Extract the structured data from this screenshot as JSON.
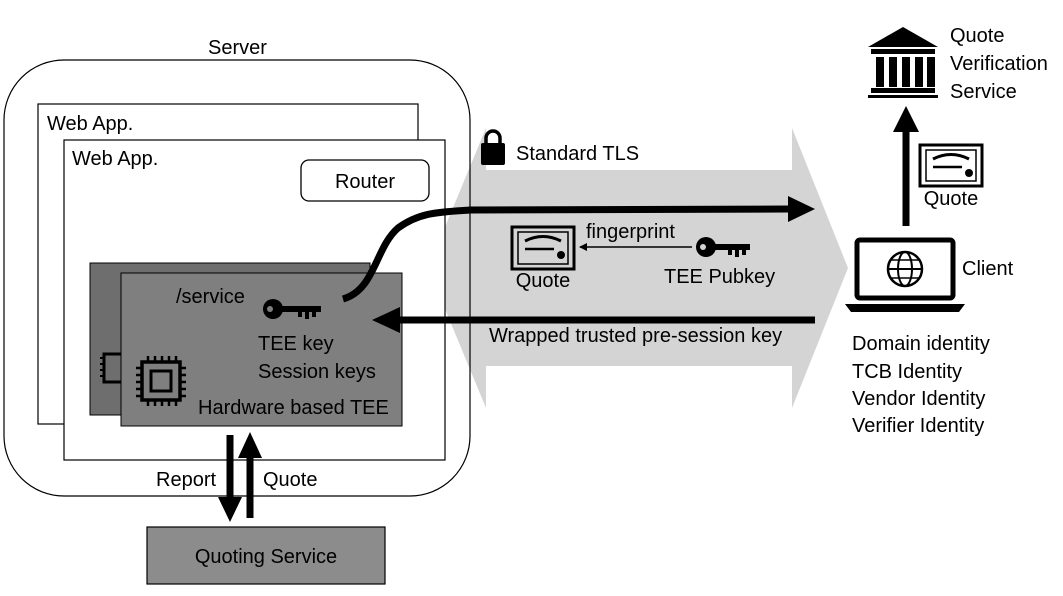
{
  "server": {
    "title": "Server",
    "web_app_back": "Web App.",
    "web_app_front": "Web App.",
    "router": "Router"
  },
  "tee": {
    "endpoint": "/service",
    "tee_key": "TEE key",
    "session_keys": "Session keys",
    "label": "Hardware based TEE"
  },
  "quoting": {
    "report": "Report",
    "quote": "Quote",
    "service": "Quoting Service"
  },
  "tls": {
    "label": "Standard TLS",
    "fingerprint": "fingerprint",
    "quote": "Quote",
    "tee_pubkey": "TEE Pubkey",
    "wrapped_key": "Wrapped trusted pre-session key"
  },
  "verification": {
    "line1": "Quote",
    "line2": "Verification",
    "line3": "Service",
    "quote": "Quote"
  },
  "client": {
    "label": "Client",
    "identities": [
      "Domain identity",
      "TCB Identity",
      "Vendor Identity",
      "Verifier Identity"
    ]
  },
  "colors": {
    "tee_fill": "#7f7f7f",
    "tee_back_fill": "#6e6e6e",
    "tls_band": "#d4d4d4",
    "quoting_fill": "#8c8c8c"
  },
  "icons": [
    "lock-icon",
    "key-icon",
    "chip-icon",
    "certificate-icon",
    "bank-icon",
    "laptop-globe-icon"
  ]
}
